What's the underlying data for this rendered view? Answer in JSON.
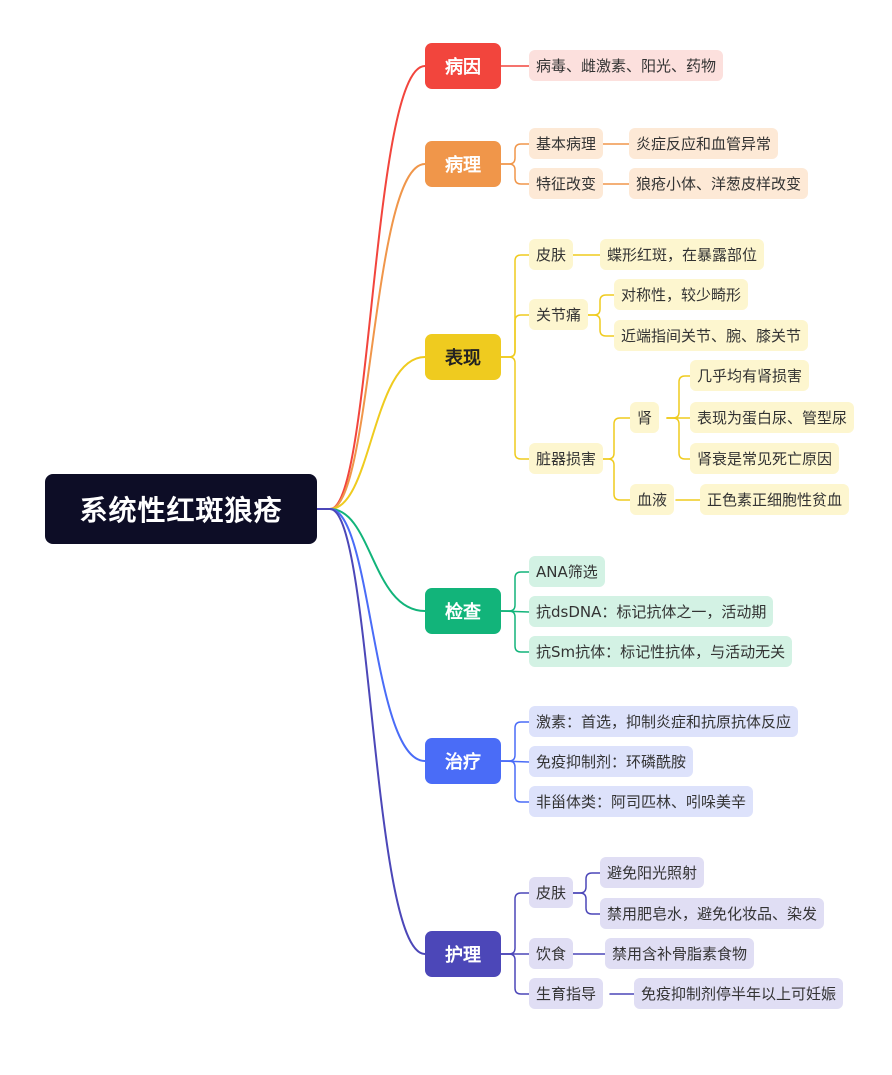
{
  "root": {
    "label": "系统性红斑狼疮"
  },
  "colors": {
    "root_bg": "#0d0d26",
    "red": "#f2453d",
    "orange": "#f0964a",
    "yellow": "#efcb1f",
    "green": "#12b47a",
    "blue": "#4a6cf7",
    "indigo": "#4c47b8"
  },
  "branches": [
    {
      "label": "病因",
      "color": "#f2453d",
      "items": [
        {
          "label": "病毒、雌激素、阳光、药物"
        }
      ]
    },
    {
      "label": "病理",
      "color": "#f0964a",
      "items": [
        {
          "label": "基本病理",
          "children": [
            {
              "label": "炎症反应和血管异常"
            }
          ]
        },
        {
          "label": "特征改变",
          "children": [
            {
              "label": "狼疮小体、洋葱皮样改变"
            }
          ]
        }
      ]
    },
    {
      "label": "表现",
      "color": "#efcb1f",
      "items": [
        {
          "label": "皮肤",
          "children": [
            {
              "label": "蝶形红斑，在暴露部位"
            }
          ]
        },
        {
          "label": "关节痛",
          "children": [
            {
              "label": "对称性，较少畸形"
            },
            {
              "label": "近端指间关节、腕、膝关节"
            }
          ]
        },
        {
          "label": "脏器损害",
          "children": [
            {
              "label": "肾",
              "children": [
                {
                  "label": "几乎均有肾损害"
                },
                {
                  "label": "表现为蛋白尿、管型尿"
                },
                {
                  "label": "肾衰是常见死亡原因"
                }
              ]
            },
            {
              "label": "血液",
              "children": [
                {
                  "label": "正色素正细胞性贫血"
                }
              ]
            }
          ]
        }
      ]
    },
    {
      "label": "检查",
      "color": "#12b47a",
      "items": [
        {
          "label": "ANA筛选"
        },
        {
          "label": "抗dsDNA：标记抗体之一，活动期"
        },
        {
          "label": "抗Sm抗体：标记性抗体，与活动无关"
        }
      ]
    },
    {
      "label": "治疗",
      "color": "#4a6cf7",
      "items": [
        {
          "label": "激素：首选，抑制炎症和抗原抗体反应"
        },
        {
          "label": "免疫抑制剂：环磷酰胺"
        },
        {
          "label": "非甾体类：阿司匹林、吲哚美辛"
        }
      ]
    },
    {
      "label": "护理",
      "color": "#4c47b8",
      "items": [
        {
          "label": "皮肤",
          "children": [
            {
              "label": "避免阳光照射"
            },
            {
              "label": "禁用肥皂水，避免化妆品、染发"
            }
          ]
        },
        {
          "label": "饮食",
          "children": [
            {
              "label": "禁用含补骨脂素食物"
            }
          ]
        },
        {
          "label": "生育指导",
          "children": [
            {
              "label": "免疫抑制剂停半年以上可妊娠"
            }
          ]
        }
      ]
    }
  ]
}
